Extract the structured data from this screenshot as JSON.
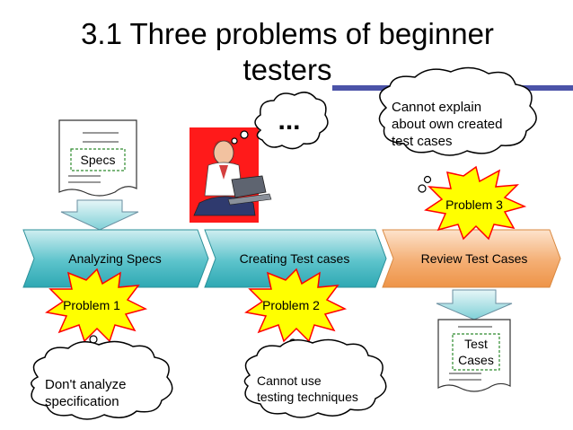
{
  "title": {
    "line1": "3.1 Three problems of beginner",
    "line2": "testers"
  },
  "colors": {
    "accent_bar": "#4b53a8",
    "stage_fill": "#3fb3bd",
    "stage_review_fill": "#f2a86a",
    "burst_fill": "#ffff00",
    "burst_stroke": "#ff0000",
    "doc_label_stroke": "#2e8b2e"
  },
  "specs_doc": {
    "label": "Specs"
  },
  "thought_bubble": {
    "text": "..."
  },
  "stages": [
    {
      "label": "Analyzing Specs"
    },
    {
      "label": "Creating Test cases"
    },
    {
      "label": "Review Test Cases"
    }
  ],
  "problems": [
    {
      "label": "Problem 1"
    },
    {
      "label": "Problem 2"
    },
    {
      "label": "Problem 3"
    }
  ],
  "clouds": [
    {
      "lines": [
        "Don't analyze",
        "specification"
      ]
    },
    {
      "lines": [
        "Cannot use",
        "testing techniques"
      ]
    },
    {
      "lines": [
        "Cannot explain",
        "about own created",
        "test cases"
      ]
    }
  ],
  "testcases_doc": {
    "lines": [
      "Test",
      "Cases"
    ]
  },
  "icons": [
    "person-with-laptop-icon",
    "document-icon",
    "arrow-down-icon"
  ]
}
